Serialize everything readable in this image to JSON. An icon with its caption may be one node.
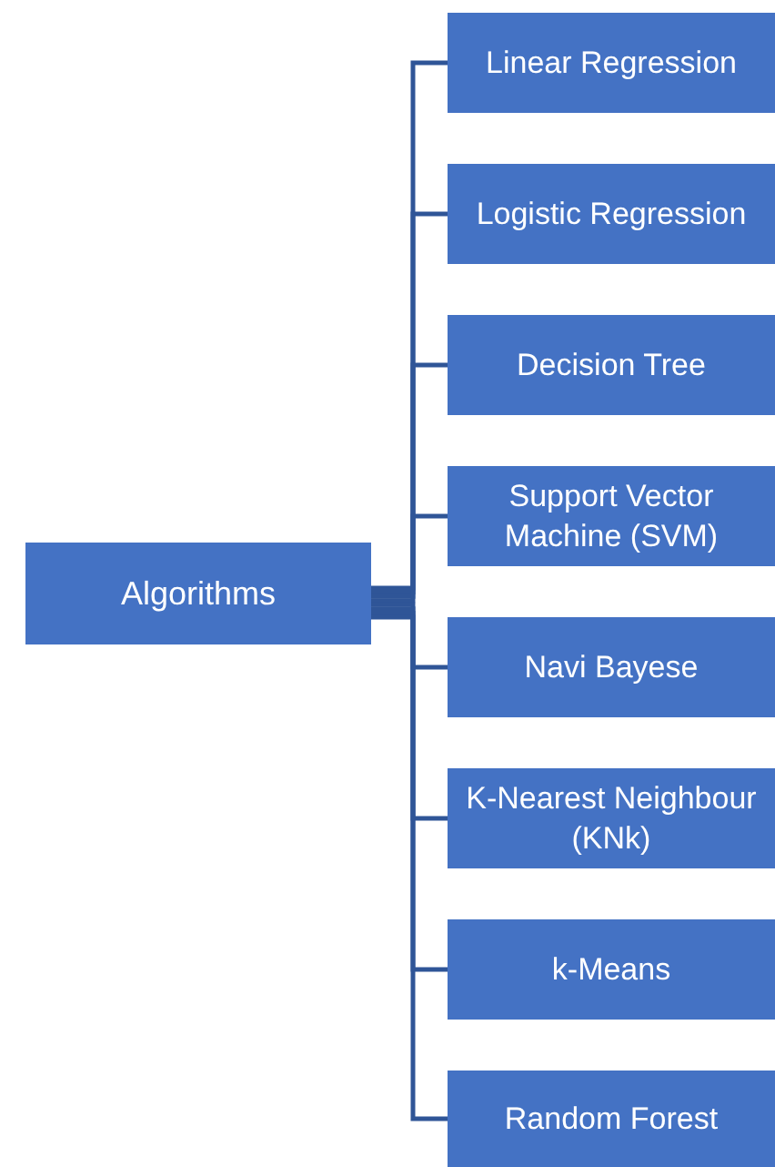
{
  "diagram": {
    "nodes": [
      {
        "text": [
          "Algorithms"
        ]
      },
      {
        "text": [
          "Linear Regression"
        ]
      },
      {
        "text": [
          "Logistic Regression"
        ]
      },
      {
        "text": [
          "Decision Tree"
        ]
      },
      {
        "text": [
          "Support Vector Machine (SVM)"
        ]
      },
      {
        "text": [
          "Navi Bayese"
        ]
      },
      {
        "text": [
          "K-Nearest Neighbour (KNk)"
        ]
      },
      {
        "text": [
          "k-Means"
        ]
      },
      {
        "text": [
          "Random Forest"
        ]
      }
    ],
    "edges": [
      {
        "from": 0,
        "to": 1,
        "arrow": "none"
      },
      {
        "from": 0,
        "to": 2,
        "arrow": "none"
      },
      {
        "from": 0,
        "to": 3,
        "arrow": "none"
      },
      {
        "from": 0,
        "to": 4,
        "arrow": "none"
      },
      {
        "from": 0,
        "to": 5,
        "arrow": "none"
      },
      {
        "from": 0,
        "to": 6,
        "arrow": "none"
      },
      {
        "from": 0,
        "to": 7,
        "arrow": "none"
      },
      {
        "from": 0,
        "to": 8,
        "arrow": "none"
      }
    ]
  }
}
